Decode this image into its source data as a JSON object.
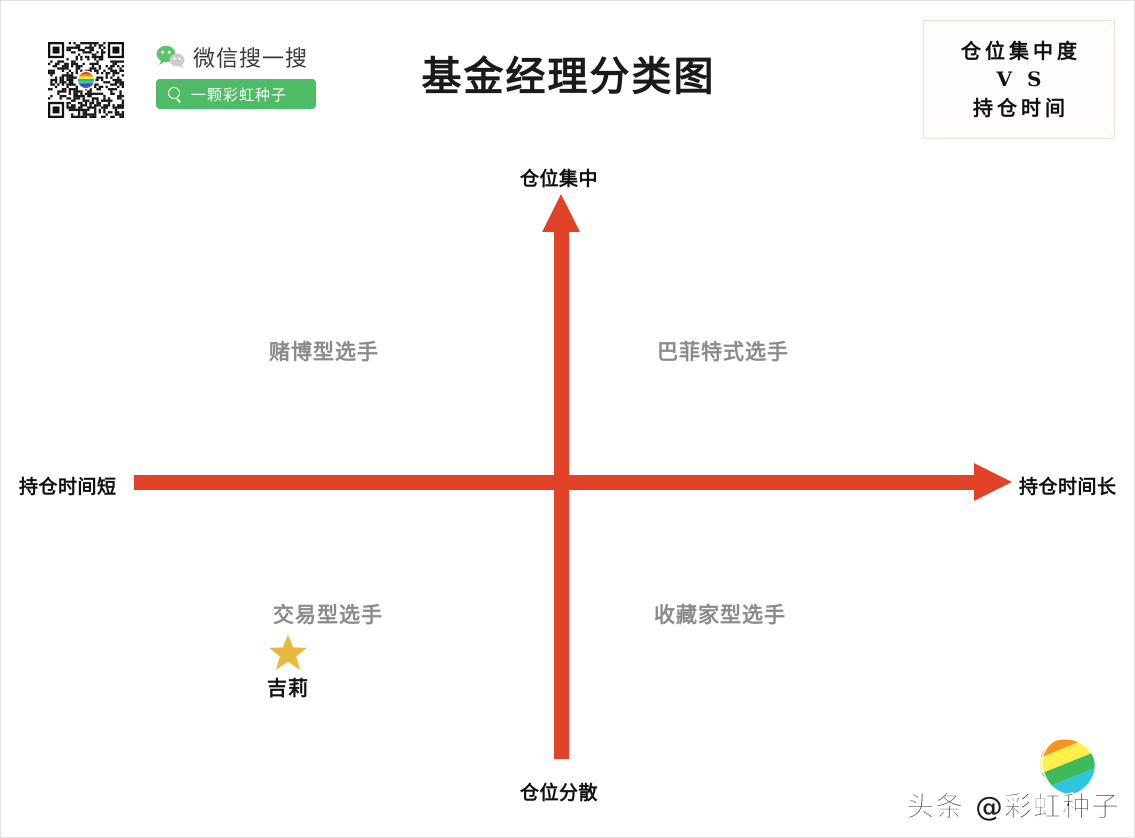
{
  "page": {
    "title": "基金经理分类图",
    "background_color": "#ffffff",
    "border_color": "#e2e2e2"
  },
  "promo": {
    "qr_alt": "qr-code",
    "wechat_search_label": "微信搜一搜",
    "search_button_text": "一颗彩虹种子",
    "search_button_color": "#4ebb66",
    "wechat_logo_color": "#5bc46f"
  },
  "caption_box": {
    "line1": "仓位集中度",
    "line2": "V S",
    "line3": "持仓时间",
    "border_color": "#f3dfd0"
  },
  "chart_data": {
    "type": "scatter",
    "title": "基金经理分类图",
    "axis_color": "#e04328",
    "xlabel_left": "持仓时间短",
    "xlabel_right": "持仓时间长",
    "ylabel_top": "仓位集中",
    "ylabel_bottom": "仓位分散",
    "xlim": [
      -1,
      1
    ],
    "ylim": [
      -1,
      1
    ],
    "grid": false,
    "legend": "none",
    "quadrants": [
      {
        "id": "q2",
        "label": "赌博型选手",
        "x": -0.5,
        "y": 0.42,
        "color": "#8b8b8b"
      },
      {
        "id": "q1",
        "label": "巴菲特式选手",
        "x": 0.42,
        "y": 0.42,
        "color": "#8b8b8b"
      },
      {
        "id": "q3",
        "label": "交易型选手",
        "x": -0.49,
        "y": -0.45,
        "color": "#8b8b8b"
      },
      {
        "id": "q4",
        "label": "收藏家型选手",
        "x": 0.42,
        "y": -0.45,
        "color": "#8b8b8b"
      }
    ],
    "points": [
      {
        "label": "吉莉",
        "x": -0.63,
        "y": -0.63,
        "marker": "star",
        "color": "#e8b93c",
        "quadrant": "q3"
      }
    ]
  },
  "watermark": {
    "text": "头条 @彩虹种子",
    "logo_alt": "rainbow-seed-logo"
  }
}
